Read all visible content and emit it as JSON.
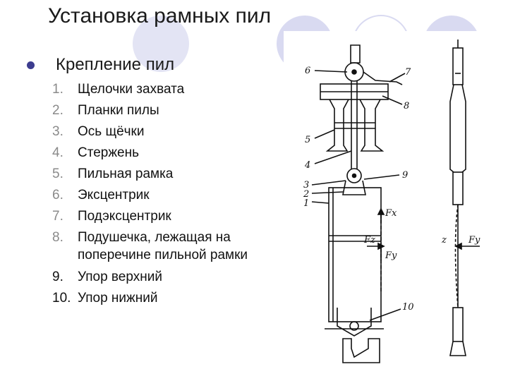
{
  "slide": {
    "title": "Установка рамных пил",
    "bullet": "Крепление пил",
    "colors": {
      "circle": "#d9daf1",
      "bullet": "#3d3d8f"
    },
    "list": [
      {
        "num": "1.",
        "text": "Щелочки захвата"
      },
      {
        "num": "2.",
        "text": "Планки пилы"
      },
      {
        "num": "3.",
        "text": "Ось щёчки"
      },
      {
        "num": "4.",
        "text": "Стержень"
      },
      {
        "num": "5.",
        "text": "Пильная рамка"
      },
      {
        "num": "6.",
        "text": "Эксцентрик"
      },
      {
        "num": "7.",
        "text": "Подэксцентрик"
      },
      {
        "num": "8.",
        "text": "Подушечка, лежащая на поперечине пильной рамки"
      },
      {
        "num": "9.",
        "text": "Упор верхний"
      },
      {
        "num": "10.",
        "text": "Упор нижний"
      }
    ]
  },
  "figure": {
    "callouts": [
      "6",
      "7",
      "8",
      "5",
      "4",
      "9",
      "3",
      "2",
      "1",
      "10"
    ],
    "forces": {
      "fx": "Fx",
      "fz": "Fz",
      "fy": "Fy",
      "fy2": "Fy",
      "z": "z"
    }
  }
}
